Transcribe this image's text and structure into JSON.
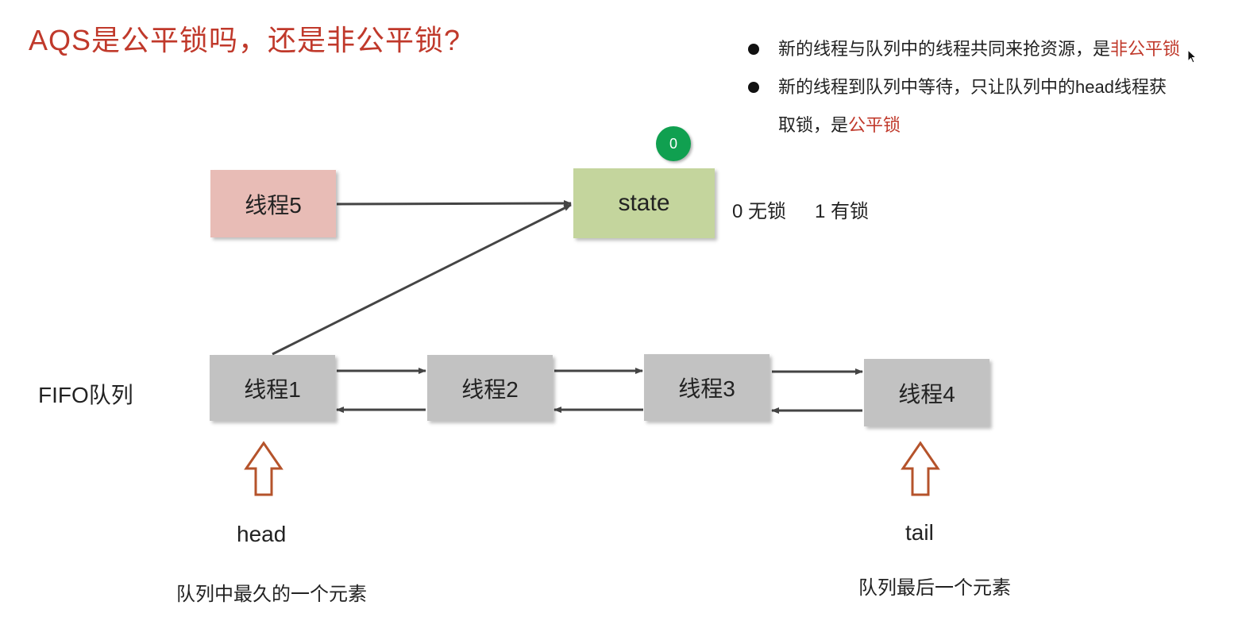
{
  "title": "AQS是公平锁吗，还是非公平锁?",
  "bullets": [
    {
      "text": "新的线程与队列中的线程共同来抢资源，是",
      "highlight": "非公平锁",
      "tail": ""
    },
    {
      "text": "新的线程到队列中等待，只让队列中的head线程获",
      "highlight": "",
      "tail": ""
    },
    {
      "text": "取锁，是",
      "highlight": "公平锁",
      "tail": ""
    }
  ],
  "state": {
    "label": "state",
    "badge_value": "0",
    "legend_free": "0 无锁",
    "legend_locked": "1 有锁"
  },
  "waiting_thread": {
    "label": "线程5"
  },
  "queue": {
    "label": "FIFO队列",
    "threads": [
      "线程1",
      "线程2",
      "线程3",
      "线程4"
    ]
  },
  "head": {
    "label": "head",
    "desc": "队列中最久的一个元素"
  },
  "tail": {
    "label": "tail",
    "desc": "队列最后一个元素"
  },
  "colors": {
    "title_red": "#c0392b",
    "thread_gray": "#c2c2c2",
    "thread5_pink": "#e8bcb6",
    "state_green": "#c4d59d",
    "badge_green": "#10a050",
    "pointer_orange": "#b5532b",
    "arrow_dark": "#444444"
  }
}
